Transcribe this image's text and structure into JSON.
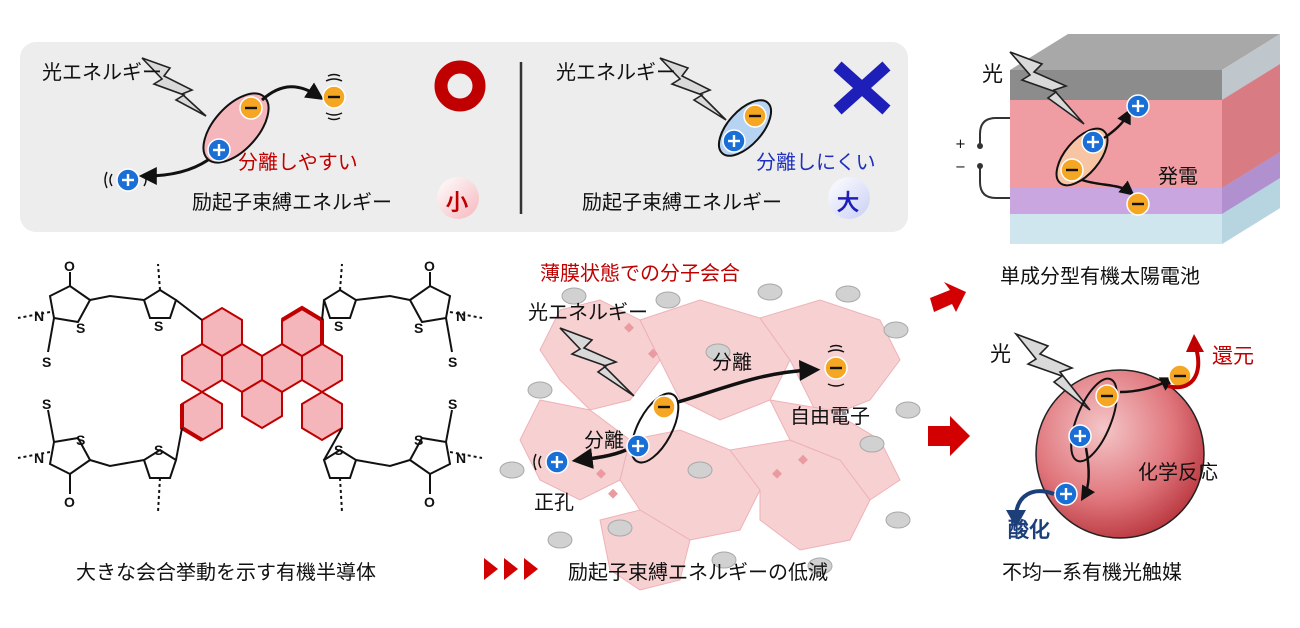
{
  "top_panel": {
    "left": {
      "light_label": "光エネルギー",
      "separation_label": "分離しやすい",
      "binding_label": "励起子束縛エネルギー",
      "binding_size": "小",
      "verdict_symbol": "circle"
    },
    "right": {
      "light_label": "光エネルギー",
      "separation_label": "分離しにくい",
      "binding_label": "励起子束縛エネルギー",
      "binding_size": "大",
      "verdict_symbol": "cross"
    }
  },
  "molecule": {
    "caption": "大きな会合挙動を示す有機半導体",
    "atoms": [
      "O",
      "N",
      "S",
      "S",
      "S",
      "O",
      "N",
      "S",
      "S",
      "S",
      "S",
      "N",
      "S",
      "O",
      "S",
      "S",
      "N",
      "S",
      "O",
      "S"
    ]
  },
  "film": {
    "title": "薄膜状態での分子会合",
    "light_label": "光エネルギー",
    "separation_label_1": "分離",
    "separation_label_2": "分離",
    "free_electron_label": "自由電子",
    "hole_label": "正孔"
  },
  "arrow_caption": "励起子束縛エネルギーの低減",
  "solar_cell": {
    "light_label": "光",
    "power_label": "発電",
    "caption": "単成分型有機太陽電池",
    "plus_terminal": "+",
    "minus_terminal": "−"
  },
  "photocatalyst": {
    "light_label": "光",
    "reduction_label": "還元",
    "oxidation_label": "酸化",
    "reaction_label": "化学反応",
    "caption": "不均一系有機光触媒"
  },
  "charges": {
    "plus": "+",
    "minus": "−"
  },
  "colors": {
    "accent_red": "#c00000",
    "hole_blue": "#1a6fd6",
    "electron_orange": "#f5a623",
    "highlight_pink": "#f4b6bb",
    "panel_gray": "#ededed"
  }
}
